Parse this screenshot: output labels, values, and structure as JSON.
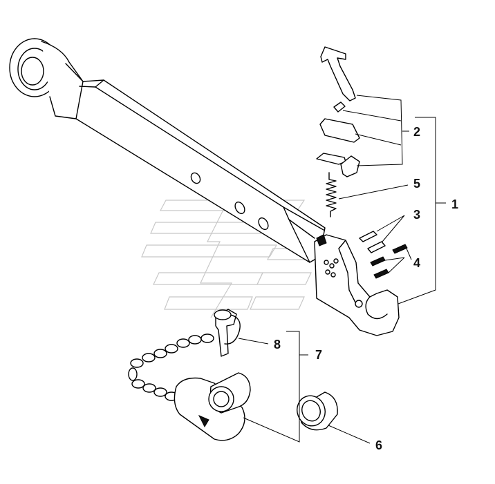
{
  "callouts": [
    {
      "id": "1",
      "label": "1"
    },
    {
      "id": "2",
      "label": "2"
    },
    {
      "id": "3",
      "label": "3"
    },
    {
      "id": "4",
      "label": "4"
    },
    {
      "id": "5",
      "label": "5"
    },
    {
      "id": "6",
      "label": "6"
    },
    {
      "id": "7",
      "label": "7"
    },
    {
      "id": "8",
      "label": "8"
    }
  ],
  "colors": {
    "line": "#000000",
    "watermark": "#c8c8c8",
    "background": "#ffffff"
  }
}
